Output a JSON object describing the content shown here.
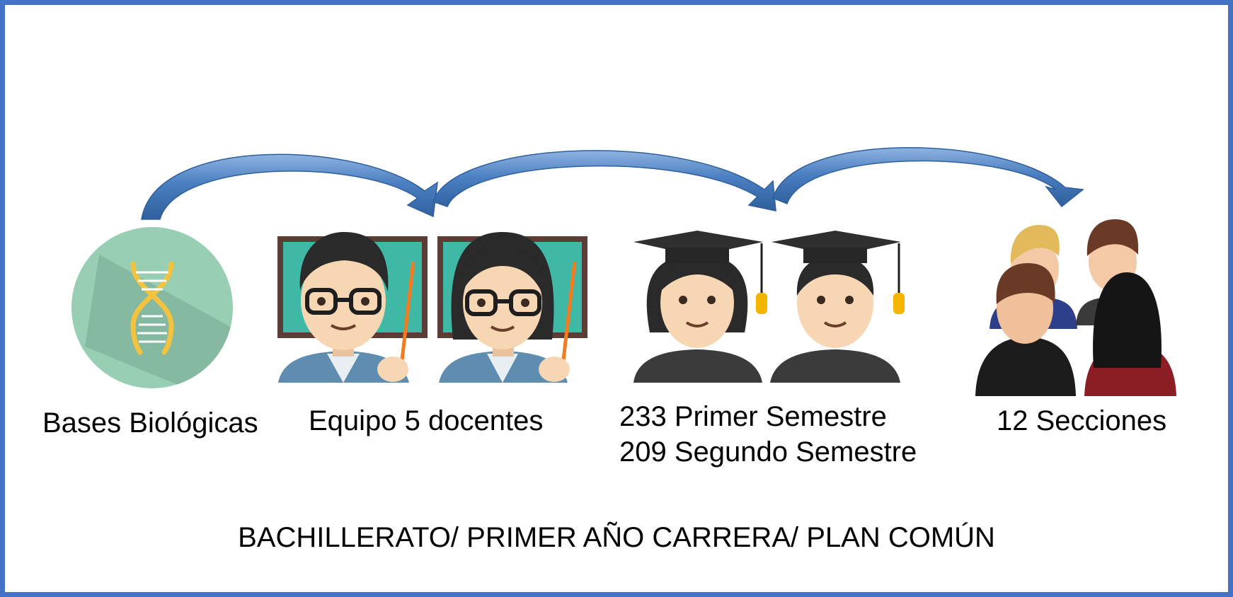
{
  "diagram": {
    "nodes": [
      {
        "id": "bases",
        "label": "Bases Biológicas",
        "icon": "dna-circle-icon"
      },
      {
        "id": "docentes",
        "label": "Equipo 5 docentes",
        "icon": "teachers-icon"
      },
      {
        "id": "students",
        "lines": [
          "233 Primer Semestre",
          "209 Segundo Semestre"
        ],
        "icon": "graduates-icon"
      },
      {
        "id": "secciones",
        "label": "12 Secciones",
        "icon": "group-people-icon"
      }
    ],
    "arrows": [
      {
        "from": "bases",
        "to": "docentes"
      },
      {
        "from": "docentes",
        "to": "students"
      },
      {
        "from": "students",
        "to": "secciones"
      }
    ],
    "footer": "BACHILLERATO/ PRIMER AÑO CARRERA/ PLAN COMÚN"
  },
  "colors": {
    "frame": "#4472c4",
    "arrow": "#4a7fc1",
    "dna_circle": "#98cfb4",
    "dna_helix": "#f3c33f",
    "board": "#5b3d35",
    "board_screen": "#3fb8a6",
    "cap": "#2f2f2f",
    "tassel": "#f4b400"
  }
}
